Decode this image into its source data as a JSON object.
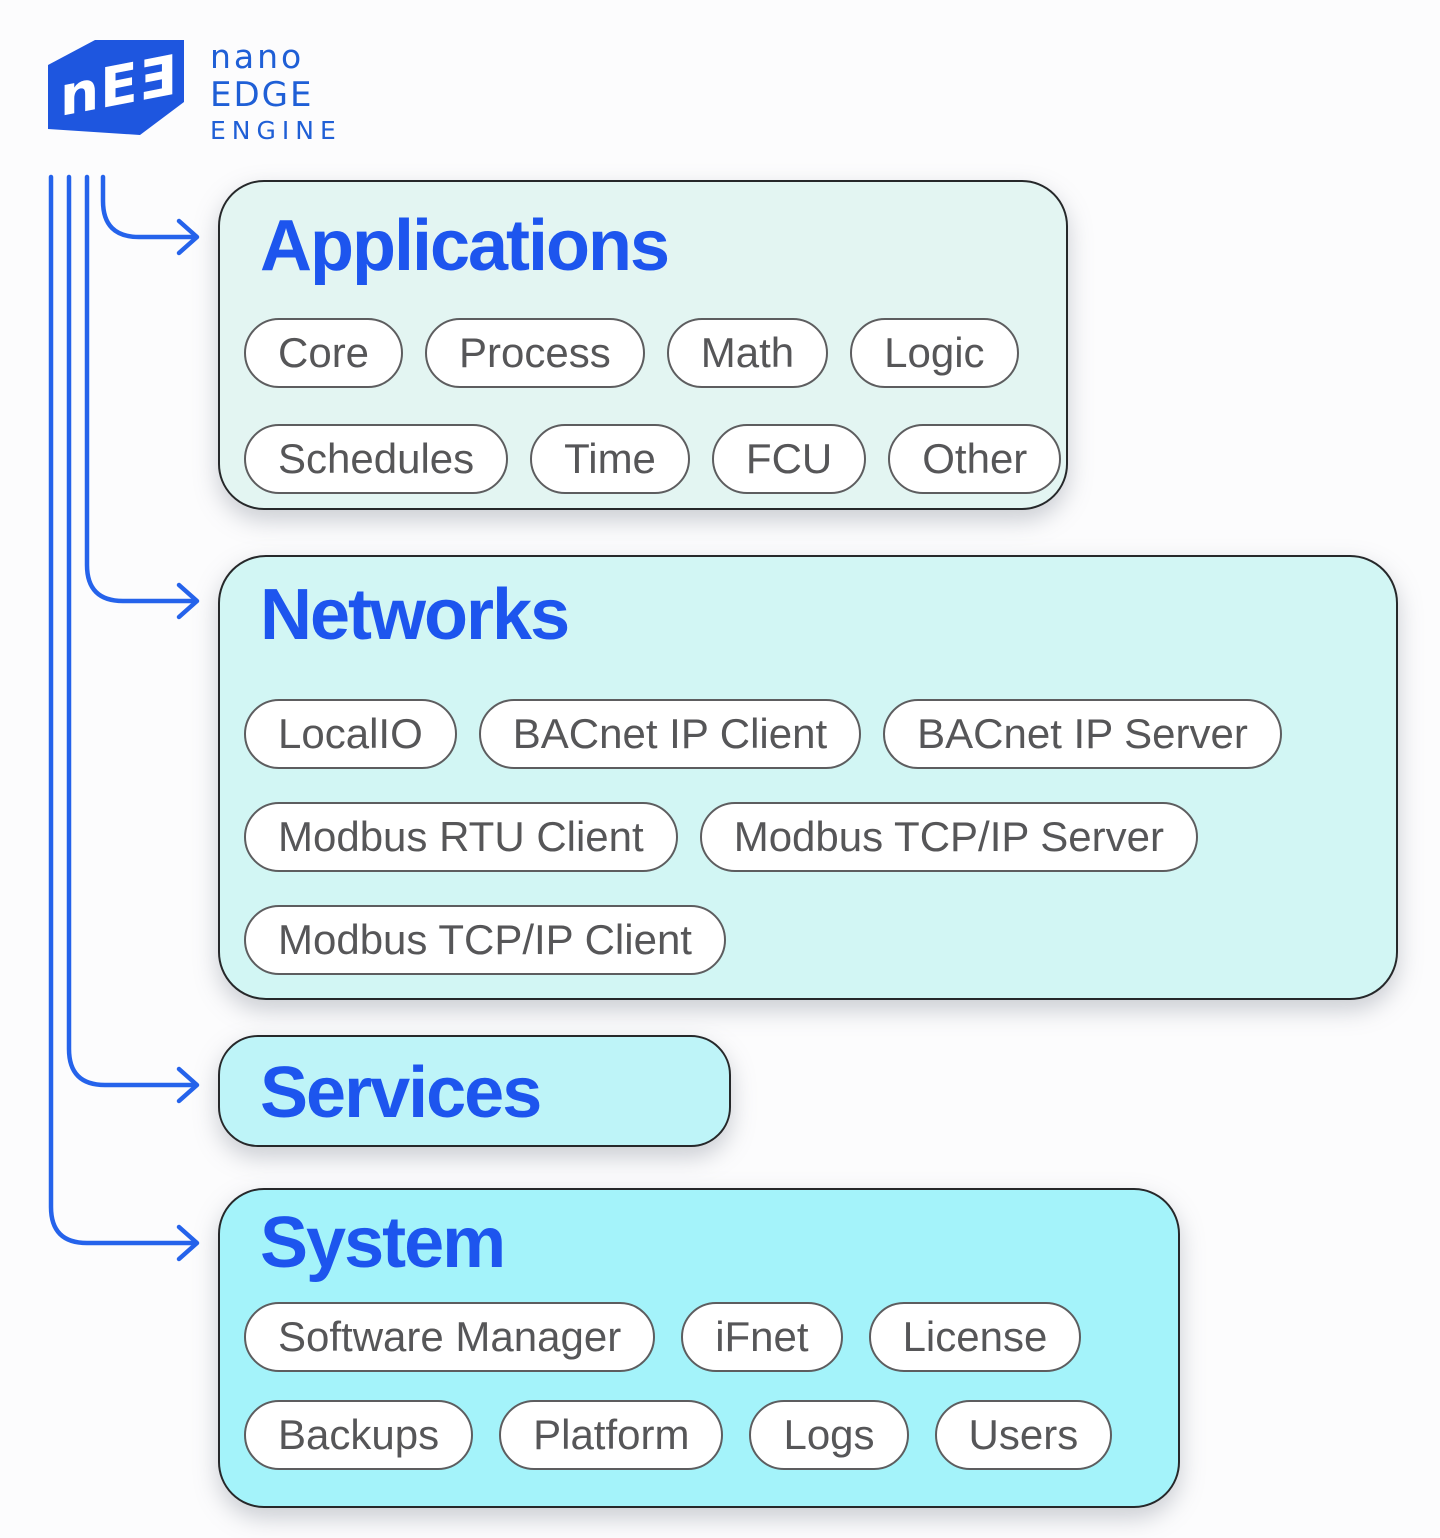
{
  "logo": {
    "mark_letters": "nEƎ",
    "line1": "nano",
    "line2": "EDGE",
    "line3": "ENGINE"
  },
  "colors": {
    "title_blue": "#1d55ee",
    "logo_blue": "#1f5fd6",
    "logo_mark_blue": "#1e56df",
    "arrow_blue": "#2563eb",
    "pill_text_gray": "#565658",
    "pill_border_gray": "#5d5d5f",
    "box_border": "#26282a",
    "applications_bg": "#e3f5f2",
    "networks_bg": "#d2f6f4",
    "services_bg": "#bef4f8",
    "system_bg": "#a4f3fa"
  },
  "sections": {
    "applications": {
      "title": "Applications",
      "rows": [
        [
          "Core",
          "Process",
          "Math",
          "Logic"
        ],
        [
          "Schedules",
          "Time",
          "FCU",
          "Other"
        ]
      ]
    },
    "networks": {
      "title": "Networks",
      "rows": [
        [
          "LocalIO",
          "BACnet IP Client",
          "BACnet IP Server"
        ],
        [
          "Modbus RTU Client",
          "Modbus TCP/IP Server"
        ],
        [
          "Modbus TCP/IP Client"
        ]
      ]
    },
    "services": {
      "title": "Services"
    },
    "system": {
      "title": "System",
      "rows": [
        [
          "Software Manager",
          "iFnet",
          "License"
        ],
        [
          "Backups",
          "Platform",
          "Logs",
          "Users"
        ]
      ]
    }
  }
}
